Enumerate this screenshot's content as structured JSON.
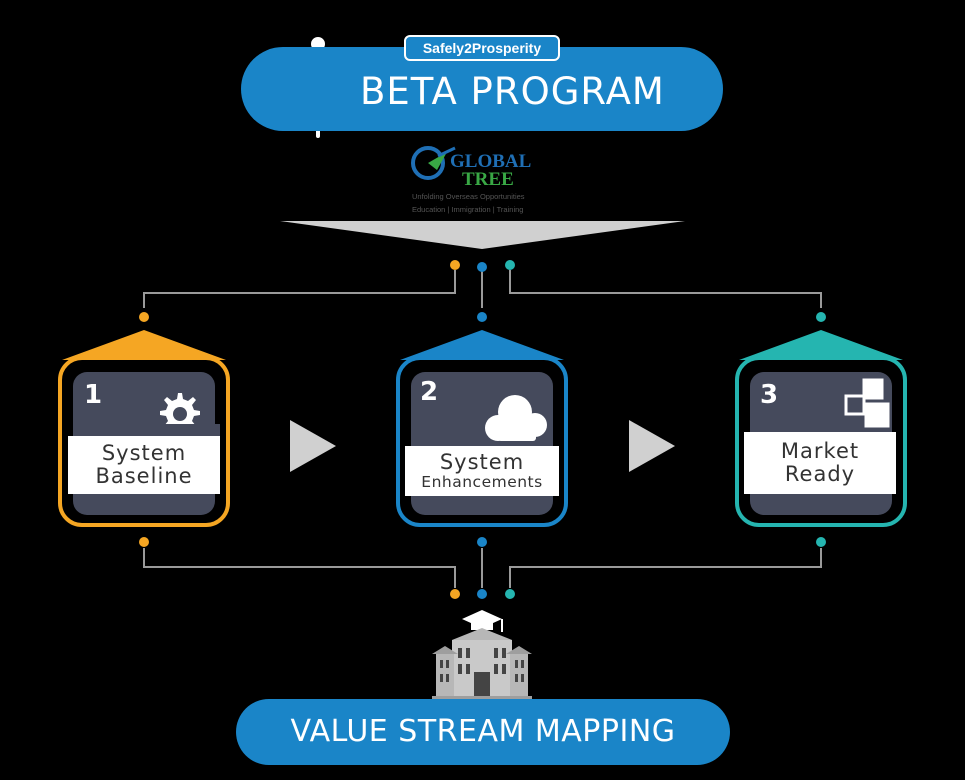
{
  "header": {
    "badge": "Safely2Prosperity",
    "title": "BETA PROGRAM"
  },
  "partner": {
    "name_line1": "GLOBAL",
    "name_line2": "TREE",
    "tagline": "Unfolding Overseas Opportunities",
    "services": "Education | Immigration | Training"
  },
  "stages": [
    {
      "number": "1",
      "label_line1": "System",
      "label_line2": "Baseline",
      "color": "#f5a623",
      "icon": "gear-icon"
    },
    {
      "number": "2",
      "label_line1": "System",
      "label_line2": "Enhancements",
      "color": "#1a85c8",
      "icon": "cloud-icon"
    },
    {
      "number": "3",
      "label_line1": "Market",
      "label_line2": "Ready",
      "color": "#25b5b0",
      "icon": "boxes-icon"
    }
  ],
  "footer": {
    "title": "VALUE STREAM MAPPING"
  },
  "colors": {
    "brand_blue": "#1a85c8",
    "orange": "#f5a623",
    "teal": "#25b5b0",
    "card_body": "#454a5c",
    "connector_gray": "#9a9a9a"
  }
}
